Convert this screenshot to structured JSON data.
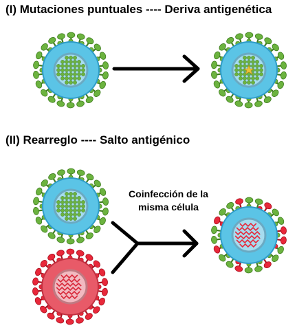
{
  "section1": {
    "title": "(I)  Mutaciones puntuales ---- Deriva antigenética"
  },
  "section2": {
    "title": "(II) Rearreglo ---- Salto antigénico",
    "arrow_note_line1": "Coinfección de la",
    "arrow_note_line2": "misma célula"
  },
  "colors": {
    "envelope_blue": "#5bc4e6",
    "spike_green": "#6cb33f",
    "spike_red": "#e8283a",
    "envelope_red": "#e85a68",
    "mutation_marker": "#e8c23a"
  },
  "icons": [
    "virus-green-icon",
    "virus-green-mutated-icon",
    "virus-red-icon",
    "virus-reassortant-icon"
  ]
}
